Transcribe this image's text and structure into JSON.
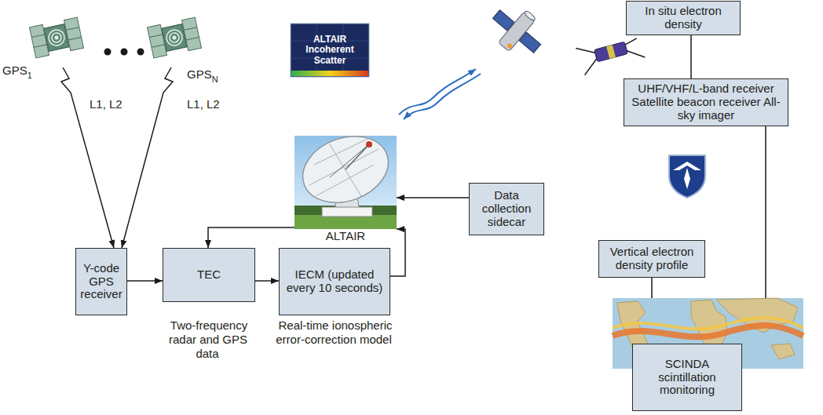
{
  "diagram": {
    "nodes": [
      {
        "text": [
          "GPS",
          "1"
        ]
      },
      {
        "text": [
          "GPS",
          "N"
        ]
      },
      {
        "text": [
          "ALTAIR Incoherent Scatter"
        ]
      },
      {
        "text": [
          "ALTAIR"
        ]
      },
      {
        "text": [
          "Y-code GPS receiver"
        ]
      },
      {
        "text": [
          "TEC"
        ]
      },
      {
        "text": [
          "IECM (updated every 10 seconds)"
        ]
      },
      {
        "text": [
          "Data collection sidecar"
        ]
      },
      {
        "text": [
          "In situ electron density"
        ]
      },
      {
        "text": [
          "UHF/VHF/L-band receiver Satellite beacon receiver All-sky imager"
        ]
      },
      {
        "text": [
          "Vertical electron density profile"
        ]
      },
      {
        "text": [
          "SCINDA scintillation monitoring"
        ]
      }
    ],
    "edges": [
      {
        "from": 0,
        "to": 4,
        "arrow": "to",
        "label": "L1, L2"
      },
      {
        "from": 1,
        "to": 4,
        "arrow": "to",
        "label": "L1, L2"
      },
      {
        "from": 4,
        "to": 5,
        "arrow": "to"
      },
      {
        "from": 5,
        "to": 6,
        "arrow": "to"
      },
      {
        "from": 3,
        "to": 5,
        "arrow": "to"
      },
      {
        "from": 6,
        "to": 3,
        "arrow": "to"
      },
      {
        "from": 7,
        "to": 3,
        "arrow": "to"
      },
      {
        "from": 8,
        "to": 9,
        "arrow": "none"
      },
      {
        "from": 9,
        "to": 11,
        "arrow": "none"
      },
      {
        "from": 10,
        "to": 11,
        "arrow": "none"
      }
    ],
    "labels": [
      "Two-frequency radar and GPS data",
      "Real-time ionospheric error-correction model"
    ]
  }
}
